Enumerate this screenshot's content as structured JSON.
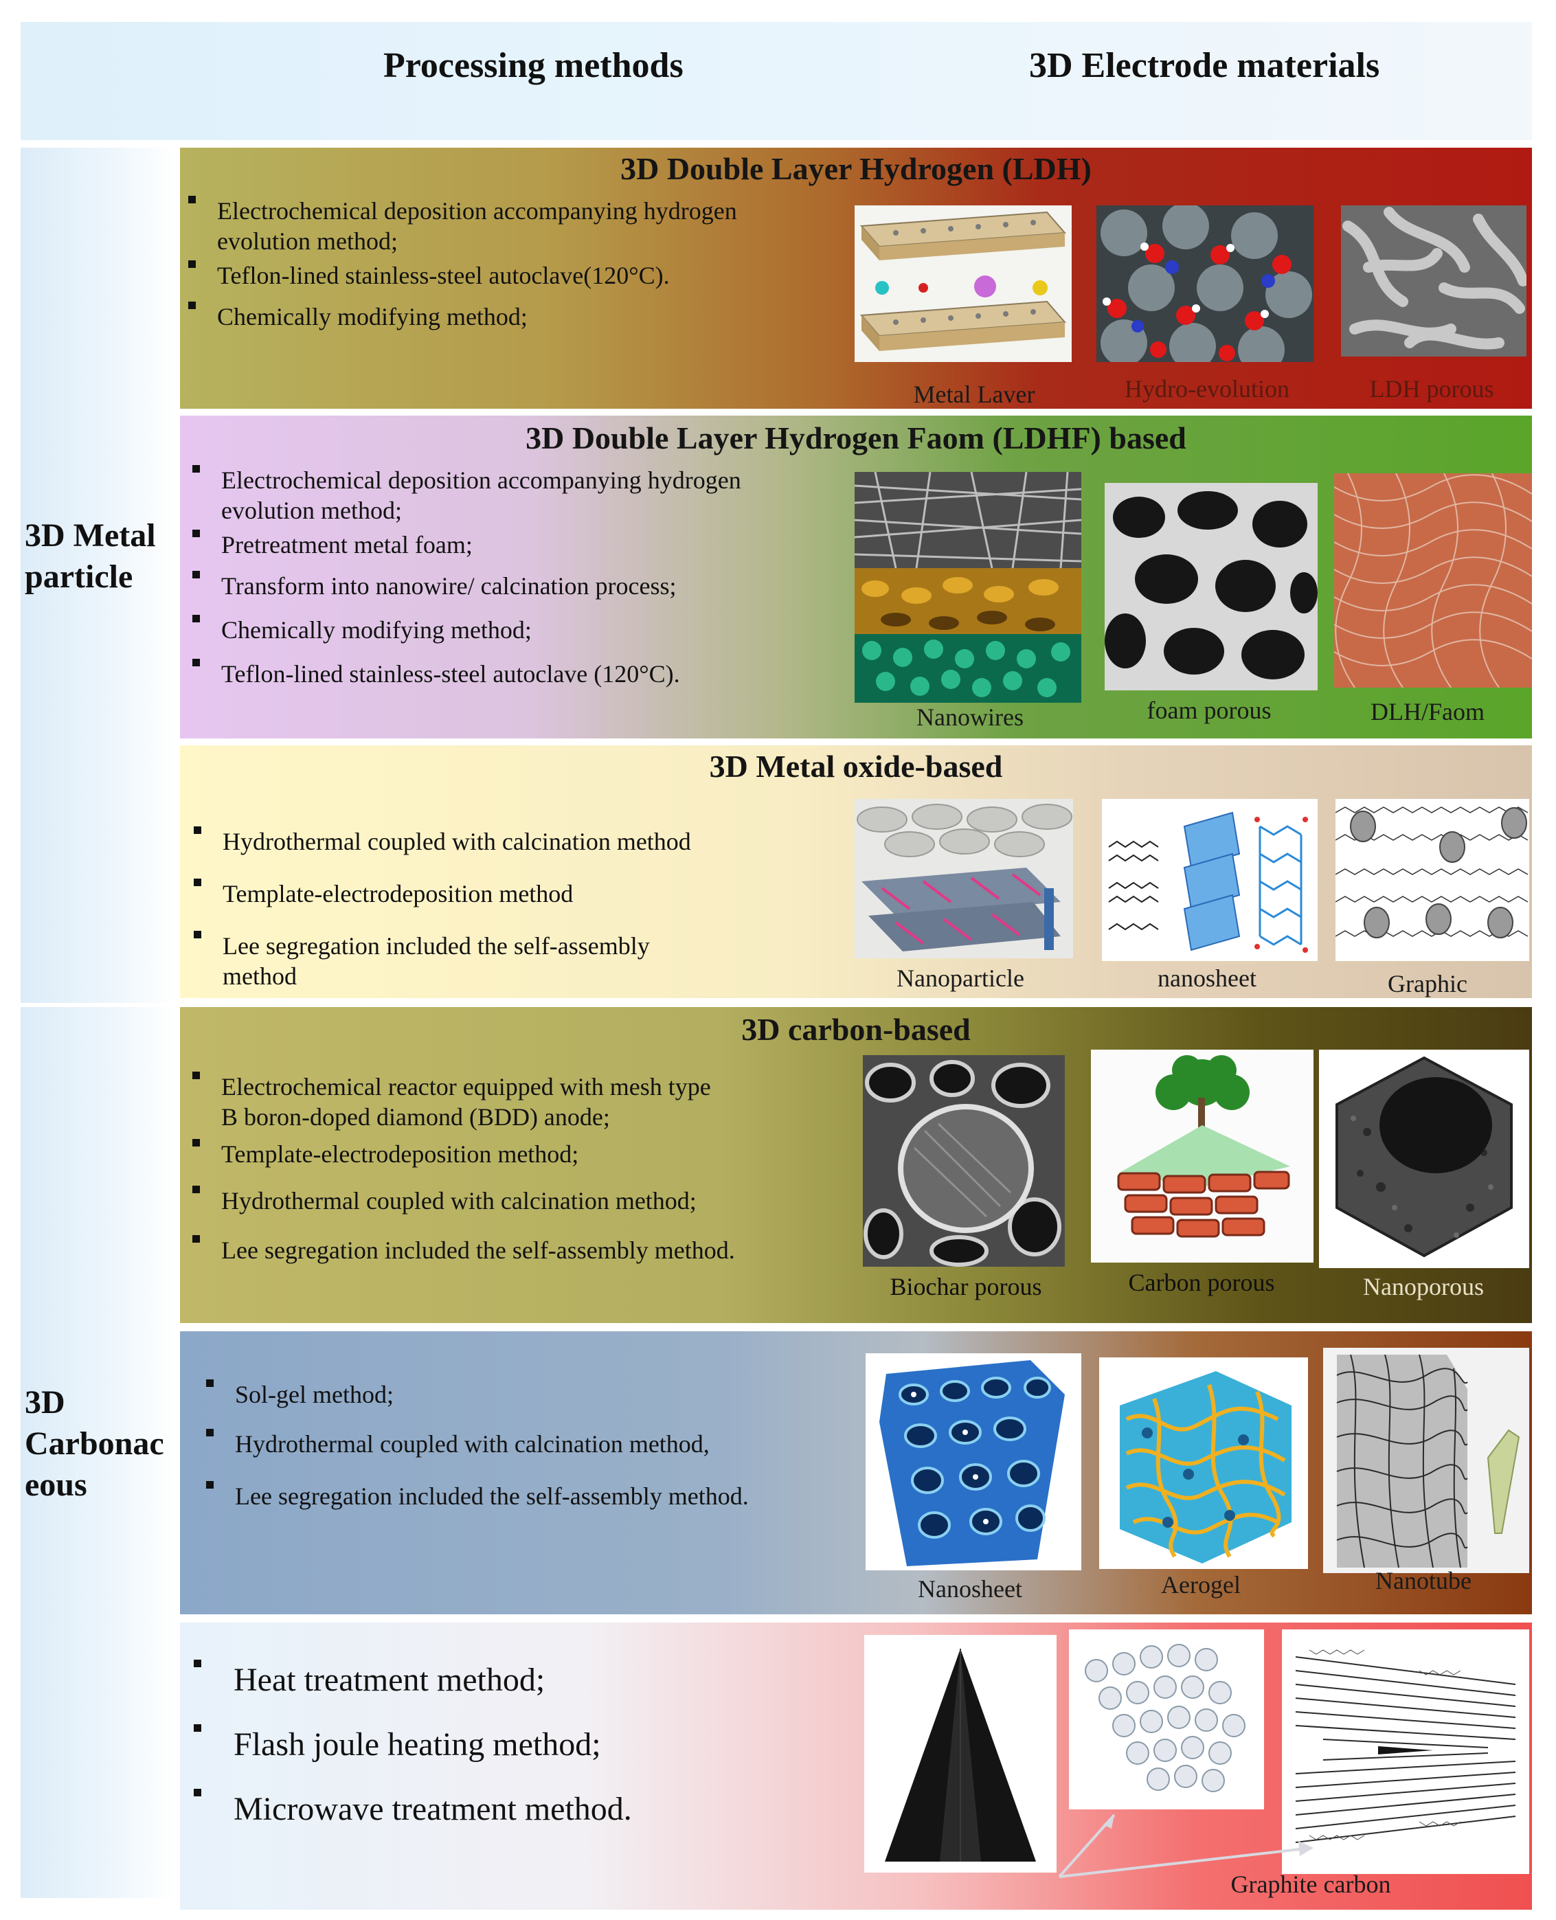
{
  "header": {
    "processing": "Processing methods",
    "materials": "3D Electrode materials"
  },
  "sidebar": {
    "metal": "3D Metal\nparticle",
    "carbon": "3D\nCarbonac\neous"
  },
  "bands": [
    {
      "title": "3D Double Layer Hydrogen (LDH)",
      "methods": [
        "Electrochemical deposition accompanying hydrogen\nevolution method;",
        "Teflon-lined stainless-steel autoclave(120°C).",
        "Chemically modifying method;"
      ],
      "images": [
        "Metal Laver",
        "Hydro-evolution",
        "LDH porous"
      ]
    },
    {
      "title": "3D Double Layer Hydrogen Faom (LDHF) based",
      "methods": [
        "Electrochemical deposition accompanying hydrogen\nevolution method;",
        "Pretreatment metal foam;",
        "Transform into nanowire/ calcination process;",
        "Chemically modifying method;",
        "Teflon-lined stainless-steel autoclave (120°C)."
      ],
      "images": [
        "Nanowires",
        "foam porous",
        "DLH/Faom"
      ]
    },
    {
      "title": "3D Metal oxide-based",
      "methods": [
        "Hydrothermal coupled with calcination method",
        "Template-electrodeposition method",
        "Lee segregation included the self-assembly\nmethod"
      ],
      "images": [
        "Nanoparticle",
        "nanosheet",
        "Graphic"
      ]
    },
    {
      "title": "3D carbon-based",
      "methods": [
        "Electrochemical reactor equipped with mesh type\nB boron-doped diamond (BDD) anode;",
        "Template-electrodeposition method;",
        "Hydrothermal coupled with calcination method;",
        "Lee segregation included the self-assembly method."
      ],
      "images": [
        "Biochar porous",
        "Carbon porous",
        "Nanoporous"
      ]
    },
    {
      "title": "",
      "methods": [
        "Sol-gel method;",
        "Hydrothermal coupled with calcination method,",
        "Lee segregation included the self-assembly method."
      ],
      "images": [
        "Nanosheet",
        "Aerogel",
        "Nanotube"
      ]
    },
    {
      "title": "",
      "methods": [
        "Heat treatment method;",
        "Flash joule heating method;",
        "Microwave treatment method."
      ],
      "images": [
        "Graphite carbon"
      ]
    }
  ],
  "colors": {
    "band1": "#b01a12",
    "band2": "#5aa52a",
    "band3": "#d8c4ac",
    "band4": "#4a3c12",
    "band5": "#8a3a10",
    "band6": "#f05050"
  }
}
